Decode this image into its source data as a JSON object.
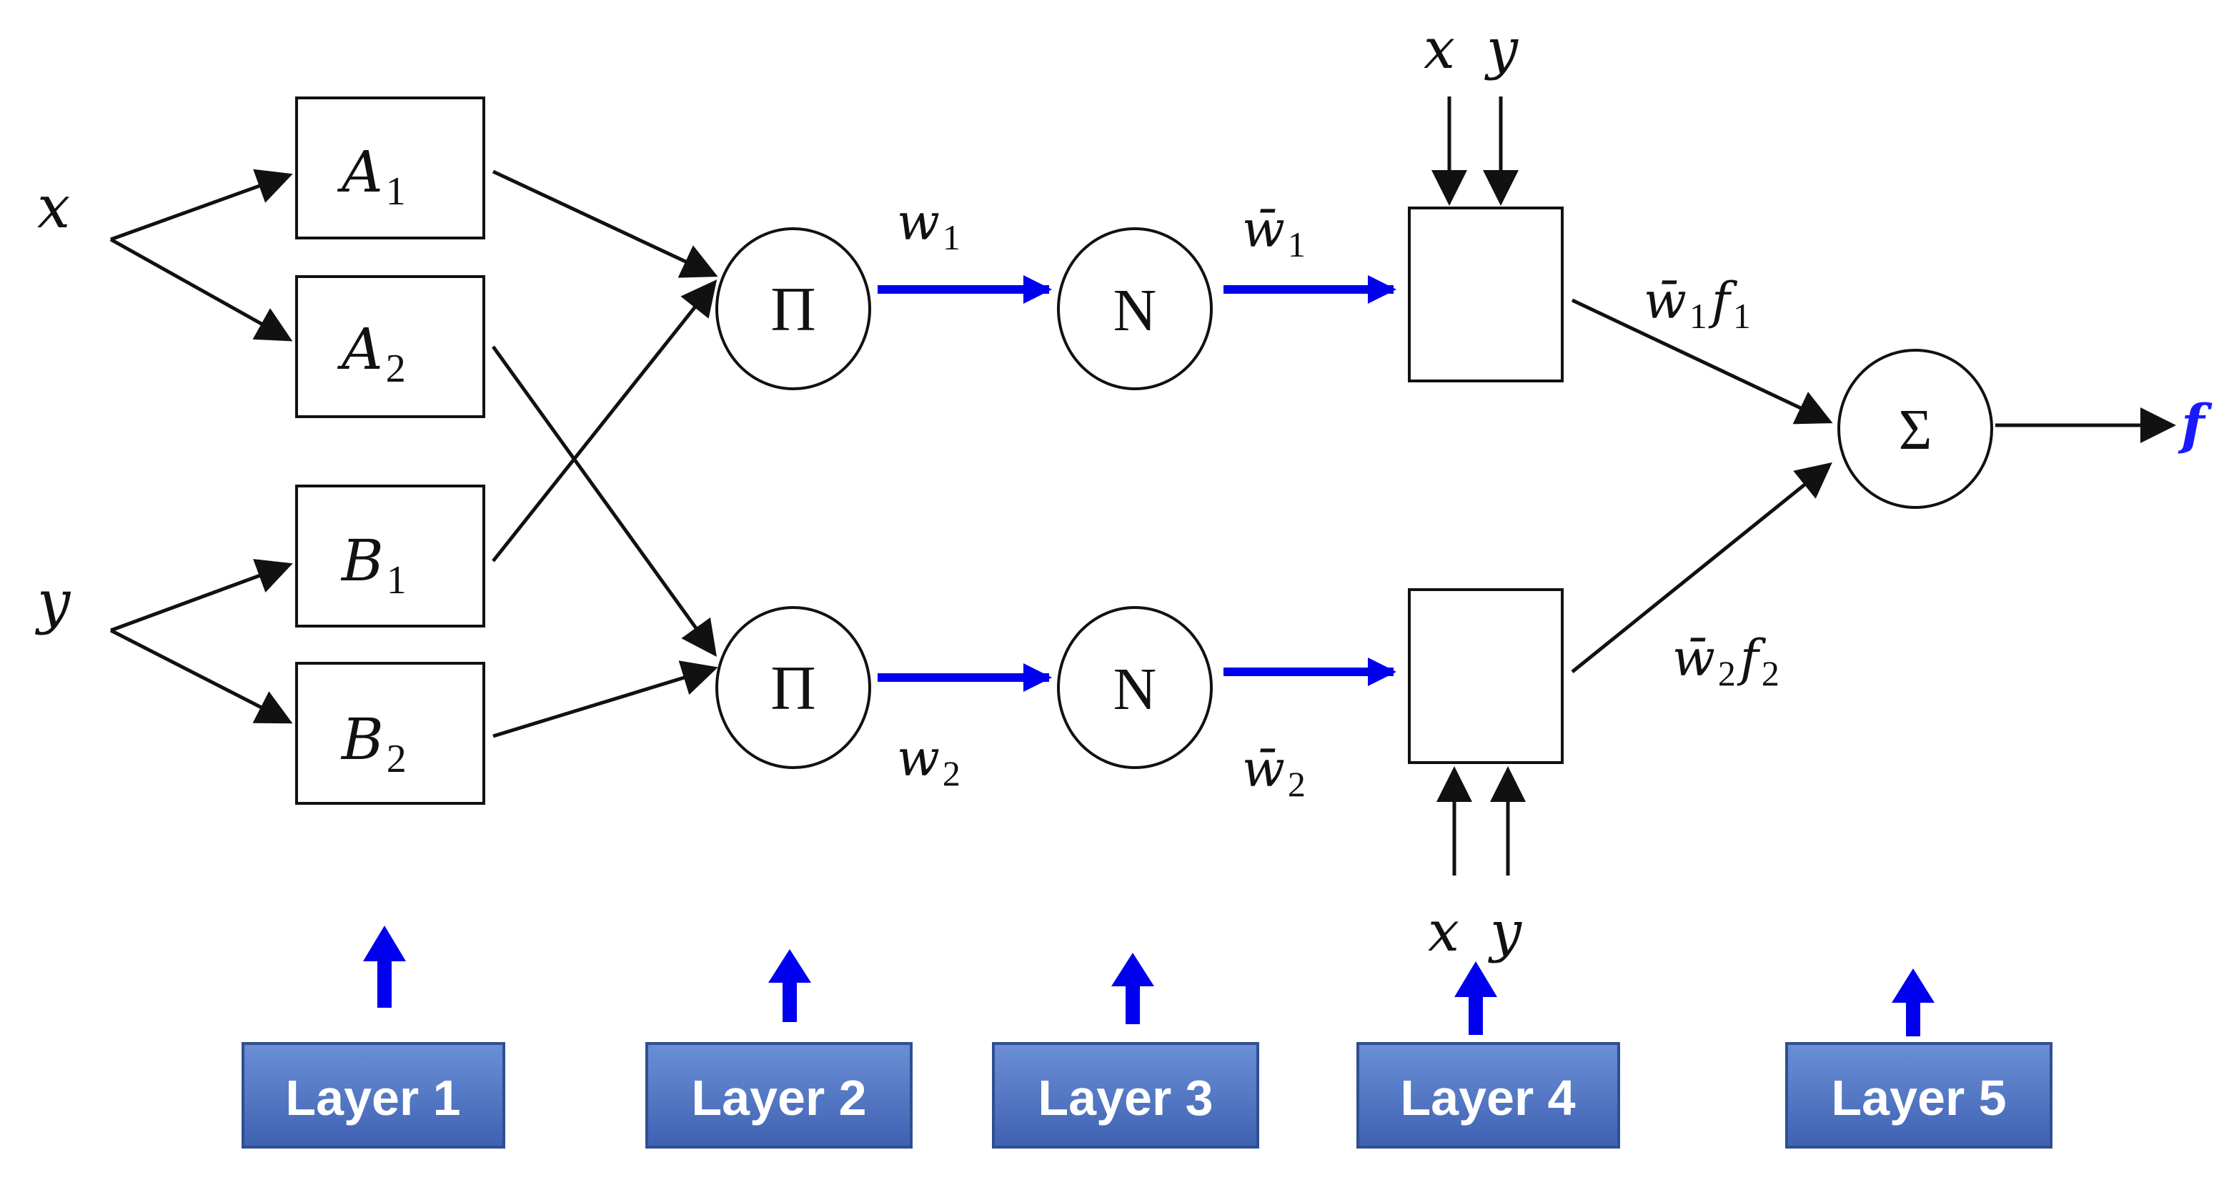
{
  "inputs": {
    "x": "x",
    "y": "y"
  },
  "layer1": {
    "a1": "A",
    "a1_sub": "1",
    "a2": "A",
    "a2_sub": "2",
    "b1": "B",
    "b1_sub": "1",
    "b2": "B",
    "b2_sub": "2"
  },
  "layer2": {
    "symbol": "Π",
    "w1": "w",
    "w1_sub": "1",
    "w2": "w",
    "w2_sub": "2"
  },
  "layer3": {
    "symbol": "N",
    "wbar1": "w̄",
    "wbar1_sub": "1",
    "wbar2": "w̄",
    "wbar2_sub": "2"
  },
  "layer4": {
    "in_x": "x",
    "in_y": "y",
    "out1_w": "w̄",
    "out1_wsub": "1",
    "out1_f": "f",
    "out1_fsub": "1",
    "out2_w": "w̄",
    "out2_wsub": "2",
    "out2_f": "f",
    "out2_fsub": "2"
  },
  "layer5": {
    "symbol": "Σ",
    "output": "f"
  },
  "layers": [
    "Layer 1",
    "Layer 2",
    "Layer 3",
    "Layer 4",
    "Layer 5"
  ],
  "colors": {
    "blue_arrow": "#0000ee",
    "layer_box": "#4a73c4",
    "output_label": "#1a1aff"
  }
}
